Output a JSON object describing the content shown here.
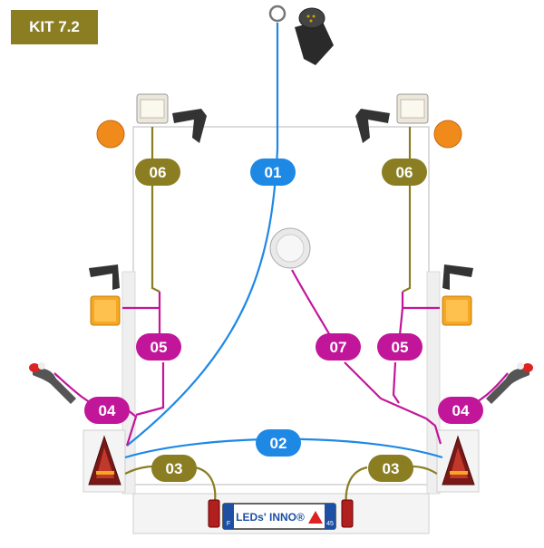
{
  "kit_label": "KIT 7.2",
  "colors": {
    "blue": "#1e88e5",
    "olive": "#8a7d22",
    "magenta": "#c2169a",
    "frame": "#d9d9d9"
  },
  "cables": [
    {
      "id": "01",
      "label": "01",
      "color": "blue"
    },
    {
      "id": "02",
      "label": "02",
      "color": "blue"
    },
    {
      "id": "03",
      "label": "03",
      "color": "olive"
    },
    {
      "id": "04",
      "label": "04",
      "color": "magenta"
    },
    {
      "id": "05",
      "label": "05",
      "color": "magenta"
    },
    {
      "id": "06",
      "label": "06",
      "color": "olive"
    },
    {
      "id": "07",
      "label": "07",
      "color": "magenta"
    }
  ],
  "plate": {
    "brand_text": "LEDs' INNO®",
    "left_letter": "F",
    "right_number": "45"
  },
  "icons": [
    "plug-connector-icon",
    "clearance-lamp-icon",
    "orange-reflector-icon",
    "bracket-icon",
    "side-marker-lamp-icon",
    "outline-marker-arm-icon",
    "tail-lamp-icon",
    "interior-dome-lamp-icon",
    "plate-lamp-icon"
  ]
}
